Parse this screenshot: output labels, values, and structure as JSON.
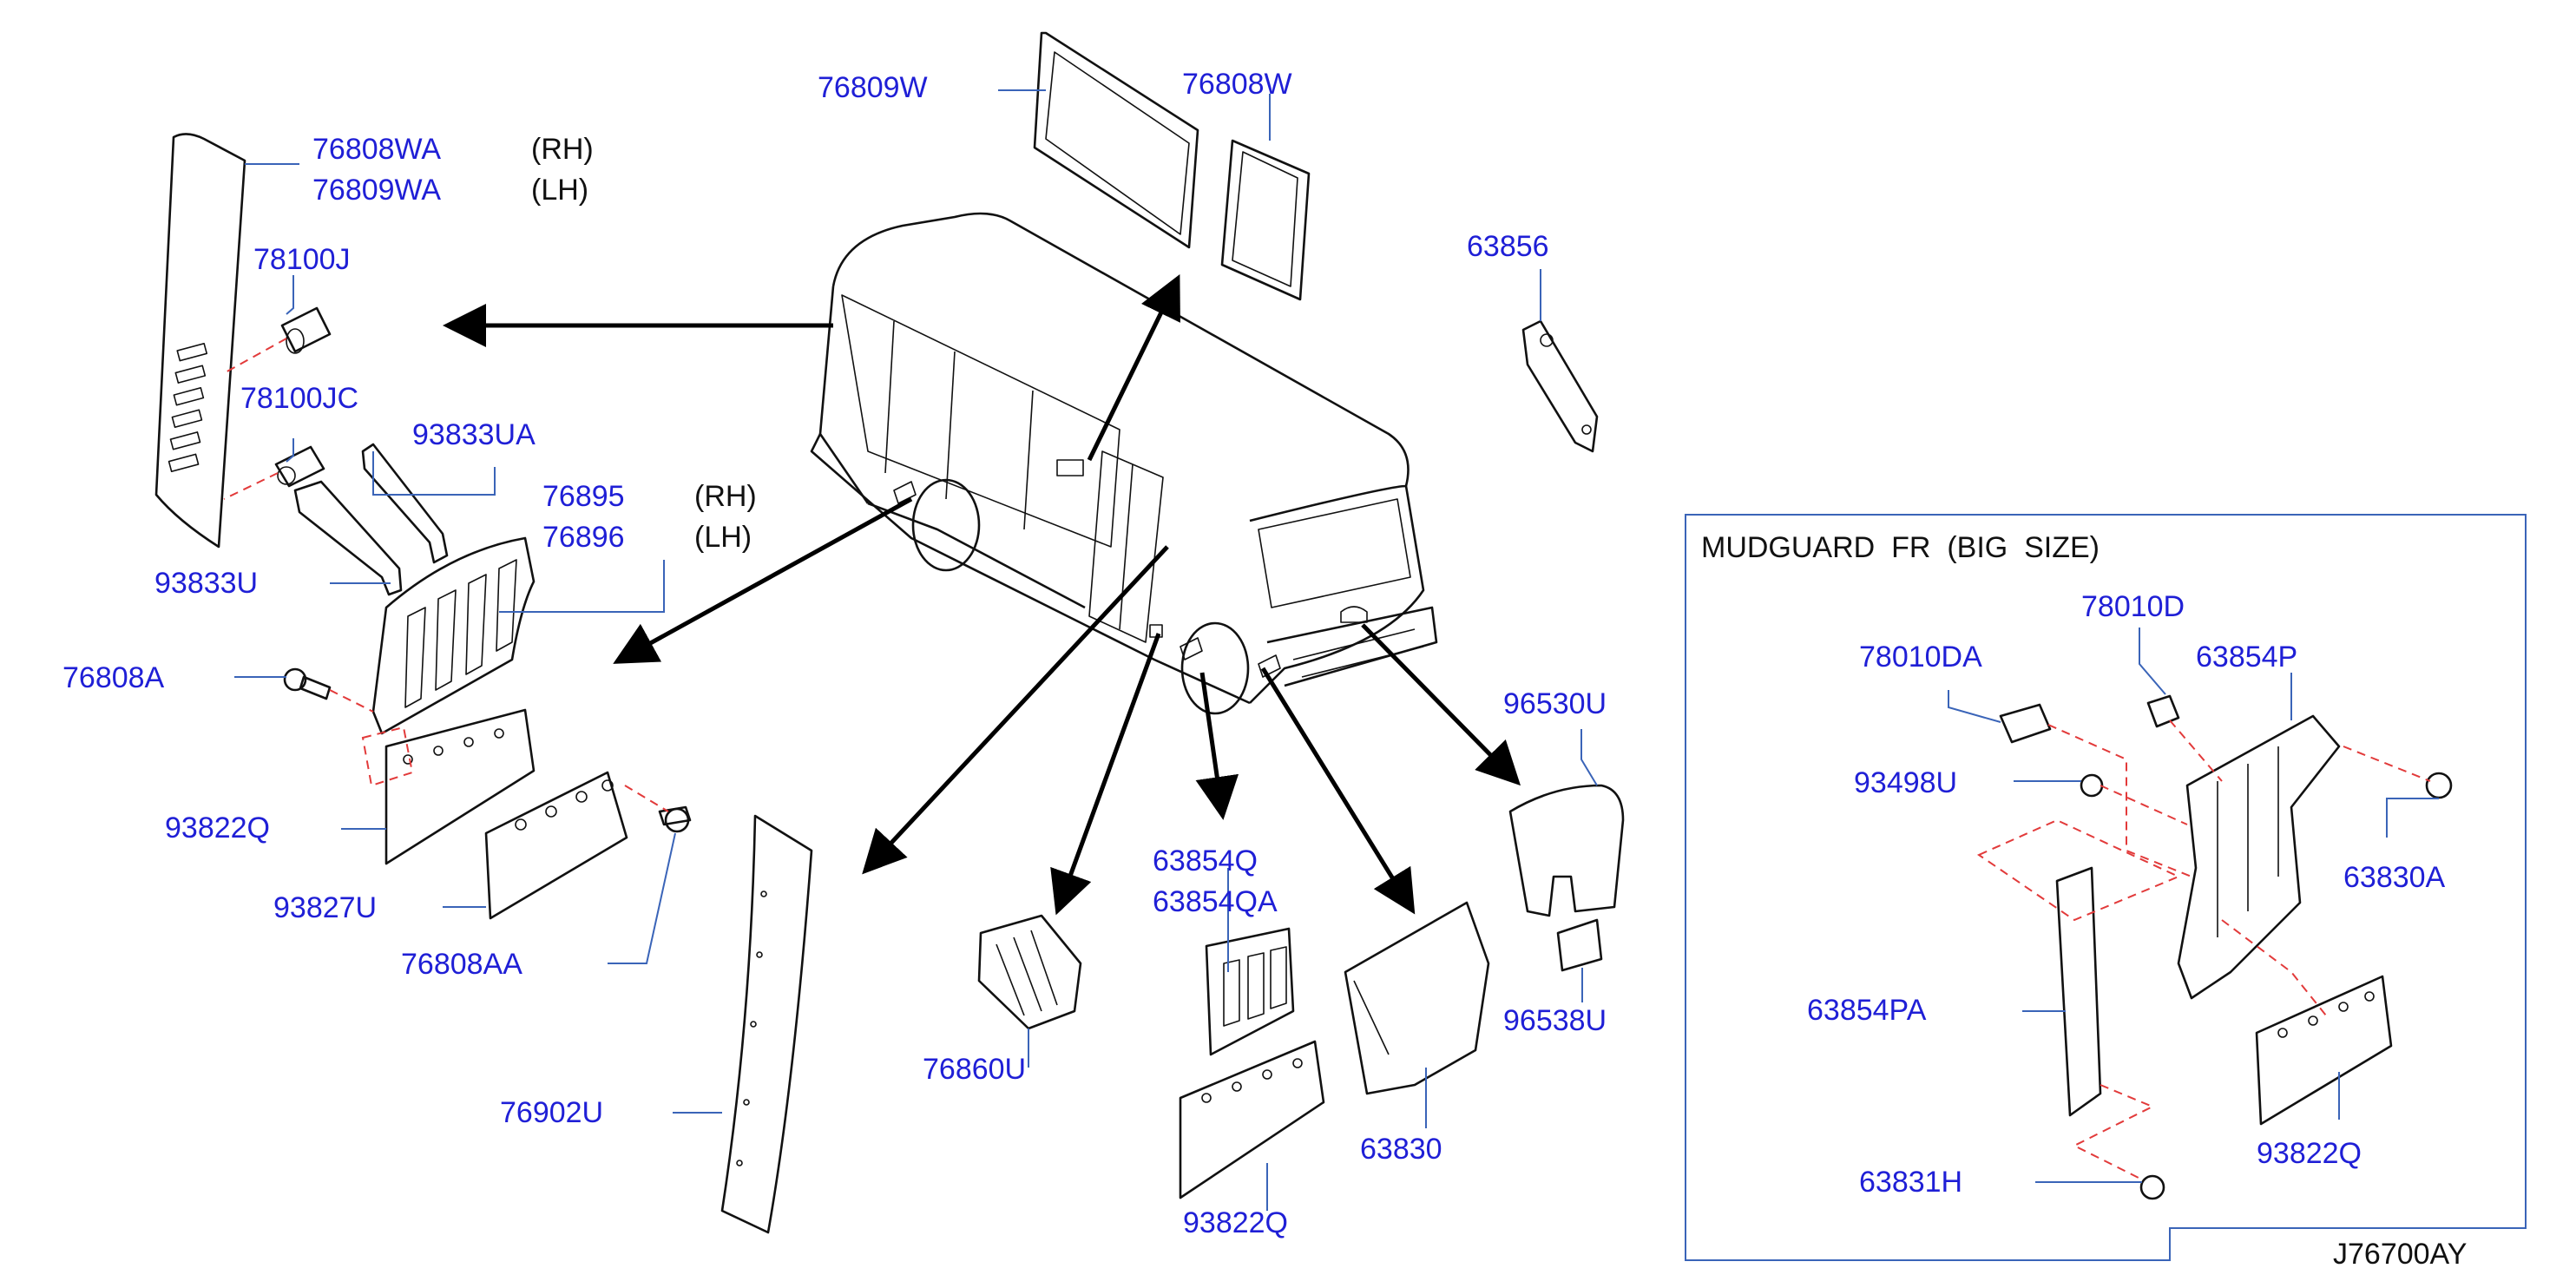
{
  "diagram": {
    "drawing_id": "J76700AY",
    "inset_title": "MUDGUARD  FR  (BIG  SIZE)",
    "labels": [
      {
        "key": "p76809W",
        "text": "76809W"
      },
      {
        "key": "p76808W",
        "text": "76808W"
      },
      {
        "key": "p76808WA",
        "text": "76808WA"
      },
      {
        "key": "p76808WA_side",
        "text": "(RH)"
      },
      {
        "key": "p76809WA",
        "text": "76809WA"
      },
      {
        "key": "p76809WA_side",
        "text": "(LH)"
      },
      {
        "key": "p78100J",
        "text": "78100J"
      },
      {
        "key": "p78100JC",
        "text": "78100JC"
      },
      {
        "key": "p93833UA",
        "text": "93833UA"
      },
      {
        "key": "p76895",
        "text": "76895"
      },
      {
        "key": "p76895_side",
        "text": "(RH)"
      },
      {
        "key": "p76896",
        "text": "76896"
      },
      {
        "key": "p76896_side",
        "text": "(LH)"
      },
      {
        "key": "p93833U",
        "text": "93833U"
      },
      {
        "key": "p76808A",
        "text": "76808A"
      },
      {
        "key": "p93822Q_left",
        "text": "93822Q"
      },
      {
        "key": "p93827U",
        "text": "93827U"
      },
      {
        "key": "p76808AA",
        "text": "76808AA"
      },
      {
        "key": "p76902U",
        "text": "76902U"
      },
      {
        "key": "p76860U",
        "text": "76860U"
      },
      {
        "key": "p63854Q",
        "text": "63854Q"
      },
      {
        "key": "p63854QA",
        "text": "63854QA"
      },
      {
        "key": "p93822Q_mid",
        "text": "93822Q"
      },
      {
        "key": "p63830",
        "text": "63830"
      },
      {
        "key": "p63856",
        "text": "63856"
      },
      {
        "key": "p96530U",
        "text": "96530U"
      },
      {
        "key": "p96538U",
        "text": "96538U"
      },
      {
        "key": "p78010D",
        "text": "78010D"
      },
      {
        "key": "p78010DA",
        "text": "78010DA"
      },
      {
        "key": "p63854P",
        "text": "63854P"
      },
      {
        "key": "p93498U",
        "text": "93498U"
      },
      {
        "key": "p63830A",
        "text": "63830A"
      },
      {
        "key": "p63854PA",
        "text": "63854PA"
      },
      {
        "key": "p93822Q_inset",
        "text": "93822Q"
      },
      {
        "key": "p63831H",
        "text": "63831H"
      }
    ],
    "colors": {
      "part_number": "#1f1fd6",
      "leader_line": "#3a64b8",
      "dashed_line": "#e23a3a",
      "drawing": "#111111"
    }
  }
}
